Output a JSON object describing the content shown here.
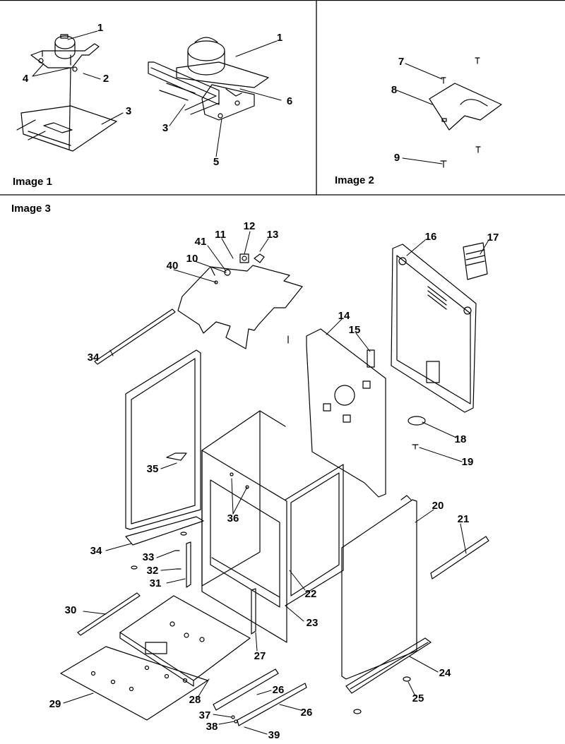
{
  "panels": [
    {
      "label": "Image 1"
    },
    {
      "label": "Image 2"
    },
    {
      "label": "Image 3"
    }
  ],
  "callouts": [
    {
      "id": "i1-1a",
      "text": "1"
    },
    {
      "id": "i1-4",
      "text": "4"
    },
    {
      "id": "i1-2",
      "text": "2"
    },
    {
      "id": "i1-3a",
      "text": "3"
    },
    {
      "id": "i1-1b",
      "text": "1"
    },
    {
      "id": "i1-6",
      "text": "6"
    },
    {
      "id": "i1-3b",
      "text": "3"
    },
    {
      "id": "i1-5",
      "text": "5"
    },
    {
      "id": "i2-7",
      "text": "7"
    },
    {
      "id": "i2-8",
      "text": "8"
    },
    {
      "id": "i2-9",
      "text": "9"
    },
    {
      "id": "c11",
      "text": "11"
    },
    {
      "id": "c12",
      "text": "12"
    },
    {
      "id": "c13",
      "text": "13"
    },
    {
      "id": "c41",
      "text": "41"
    },
    {
      "id": "c10",
      "text": "10"
    },
    {
      "id": "c40",
      "text": "40"
    },
    {
      "id": "c16",
      "text": "16"
    },
    {
      "id": "c17",
      "text": "17"
    },
    {
      "id": "c14",
      "text": "14"
    },
    {
      "id": "c15",
      "text": "15"
    },
    {
      "id": "c18",
      "text": "18"
    },
    {
      "id": "c19",
      "text": "19"
    },
    {
      "id": "c34a",
      "text": "34"
    },
    {
      "id": "c35",
      "text": "35"
    },
    {
      "id": "c36",
      "text": "36"
    },
    {
      "id": "c20",
      "text": "20"
    },
    {
      "id": "c21",
      "text": "21"
    },
    {
      "id": "c34b",
      "text": "34"
    },
    {
      "id": "c33",
      "text": "33"
    },
    {
      "id": "c32",
      "text": "32"
    },
    {
      "id": "c31",
      "text": "31"
    },
    {
      "id": "c22",
      "text": "22"
    },
    {
      "id": "c30",
      "text": "30"
    },
    {
      "id": "c23",
      "text": "23"
    },
    {
      "id": "c27",
      "text": "27"
    },
    {
      "id": "c24",
      "text": "24"
    },
    {
      "id": "c25",
      "text": "25"
    },
    {
      "id": "c29",
      "text": "29"
    },
    {
      "id": "c28",
      "text": "28"
    },
    {
      "id": "c26a",
      "text": "26"
    },
    {
      "id": "c26b",
      "text": "26"
    },
    {
      "id": "c37",
      "text": "37"
    },
    {
      "id": "c38",
      "text": "38"
    },
    {
      "id": "c39",
      "text": "39"
    }
  ]
}
